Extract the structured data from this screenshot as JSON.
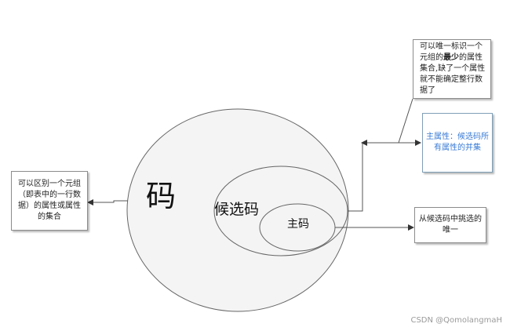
{
  "labels": {
    "code": "码",
    "candidate_key": "候选码",
    "primary_key": "主码"
  },
  "notes": {
    "left": "可以区别一个元组（即表中的一行数据）的属性或属性的集合",
    "top": {
      "before": "可以唯一标识一个元组的",
      "bold": "最少",
      "after": "的属性集合,缺了一个属性就不能确定整行数据了"
    },
    "middle": "主属性：候选码所有属性的并集",
    "right": "从候选码中挑选的唯一"
  },
  "watermark": "CSDN @QomolangmaH",
  "colors": {
    "highlight_text": "#3a7bd5",
    "stroke": "#555555"
  }
}
